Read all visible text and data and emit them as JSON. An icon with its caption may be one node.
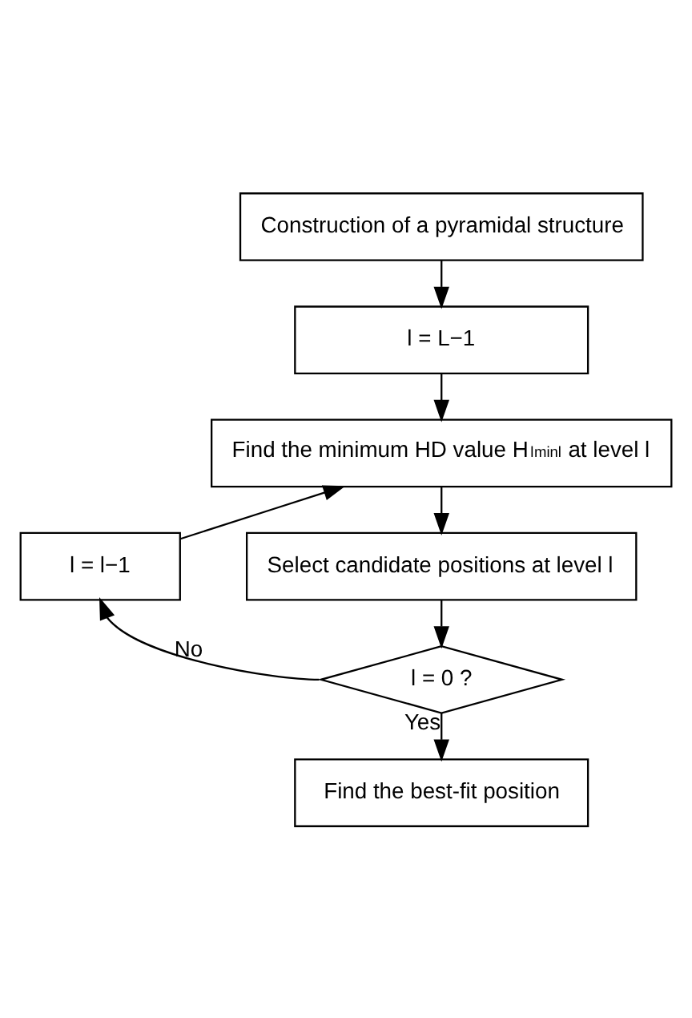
{
  "diagram": {
    "nodes": [
      {
        "text": [
          "Construction of a pyramidal structure"
        ]
      },
      {
        "text": [
          "l = L−1"
        ]
      },
      {
        "text": [
          "Find the minimum HD value H$_{l}$$^{minl}$ at level l"
        ]
      },
      {
        "text": [
          "Select candidate positions at level l"
        ]
      },
      {
        "text": [
          "l = 0 ?"
        ]
      },
      {
        "text": [
          "l = l−1"
        ]
      },
      {
        "text": [
          "Find the best-fit position"
        ]
      }
    ],
    "edges": [
      {
        "from": 0,
        "to": 1,
        "arrow": "to"
      },
      {
        "from": 1,
        "to": 2,
        "arrow": "to"
      },
      {
        "from": 2,
        "to": 3,
        "arrow": "to"
      },
      {
        "from": 3,
        "to": 4,
        "arrow": "to"
      },
      {
        "from": 4,
        "to": 5,
        "arrow": "to",
        "label": "No"
      },
      {
        "from": 5,
        "to": 2,
        "arrow": "to"
      },
      {
        "from": 4,
        "to": 6,
        "arrow": "to",
        "label": "Yes"
      }
    ]
  }
}
